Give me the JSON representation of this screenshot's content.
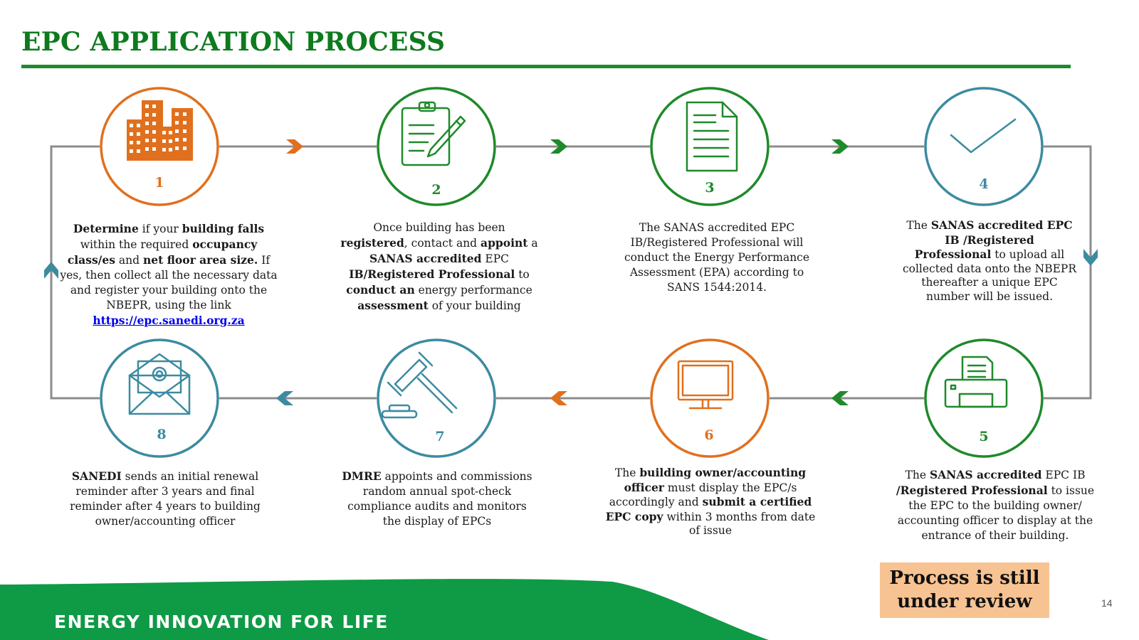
{
  "title": "EPC APPLICATION PROCESS",
  "colors": {
    "green": "#1e8a2a",
    "orange": "#e0701e",
    "teal": "#3c8ba0",
    "connector": "#8c8c8c",
    "footer_green": "#0f9a45",
    "review_box": "#f8c392"
  },
  "steps": [
    {
      "number": "1",
      "icon": "buildings-icon",
      "color": "orange",
      "lines": [
        [
          {
            "t": "Determine",
            "b": true
          },
          {
            "t": " if your "
          },
          {
            "t": "building falls",
            "b": true
          }
        ],
        [
          {
            "t": "within the required "
          },
          {
            "t": "occupancy",
            "b": true
          }
        ],
        [
          {
            "t": "class/es",
            "b": true
          },
          {
            "t": " and "
          },
          {
            "t": "net floor area size.",
            "b": true
          },
          {
            "t": " If"
          }
        ],
        [
          {
            "t": "yes, then collect all the necessary data"
          }
        ],
        [
          {
            "t": "and register your building onto the"
          }
        ],
        [
          {
            "t": "NBEPR, using the link"
          }
        ],
        [
          {
            "t": "https://epc.sanedi.org.za",
            "link": true
          }
        ]
      ]
    },
    {
      "number": "2",
      "icon": "clipboard-pencil-icon",
      "color": "green",
      "lines": [
        [
          {
            "t": "Once building has been"
          }
        ],
        [
          {
            "t": "registered",
            "b": true
          },
          {
            "t": ", contact and "
          },
          {
            "t": "appoint",
            "b": true
          },
          {
            "t": " a"
          }
        ],
        [
          {
            "t": "SANAS accredited",
            "b": true
          },
          {
            "t": " EPC"
          }
        ],
        [
          {
            "t": "IB/Registered Professional",
            "b": true
          },
          {
            "t": " to"
          }
        ],
        [
          {
            "t": "conduct an",
            "b": true
          },
          {
            "t": " energy  performance"
          }
        ],
        [
          {
            "t": "assessment",
            "b": true
          },
          {
            "t": " of your building"
          }
        ]
      ]
    },
    {
      "number": "3",
      "icon": "document-icon",
      "color": "green",
      "lines": [
        [
          {
            "t": "The SANAS accredited EPC"
          }
        ],
        [
          {
            "t": "IB/Registered Professional will"
          }
        ],
        [
          {
            "t": "conduct the Energy Performance"
          }
        ],
        [
          {
            "t": "Assessment (EPA)  according to"
          }
        ],
        [
          {
            "t": "SANS 1544:2014."
          }
        ]
      ]
    },
    {
      "number": "4",
      "icon": "checkmark-icon",
      "color": "teal",
      "lines": [
        [
          {
            "t": "The "
          },
          {
            "t": "SANAS accredited EPC",
            "b": true
          }
        ],
        [
          {
            "t": "IB /Registered",
            "b": true
          }
        ],
        [
          {
            "t": "Professional",
            "b": true
          },
          {
            "t": " to upload all"
          }
        ],
        [
          {
            "t": "collected data onto the NBEPR"
          }
        ],
        [
          {
            "t": "thereafter a unique EPC"
          }
        ],
        [
          {
            "t": "number will be issued."
          }
        ]
      ]
    },
    {
      "number": "5",
      "icon": "printer-icon",
      "color": "green",
      "lines": [
        [
          {
            "t": "The "
          },
          {
            "t": "SANAS accredited",
            "b": true
          },
          {
            "t": "  EPC IB"
          }
        ],
        [
          {
            "t": "/Registered Professional",
            "b": true
          },
          {
            "t": " to issue"
          }
        ],
        [
          {
            "t": "the EPC to the  building owner/"
          }
        ],
        [
          {
            "t": "accounting officer to display at the"
          }
        ],
        [
          {
            "t": "entrance of their building."
          }
        ]
      ]
    },
    {
      "number": "6",
      "icon": "monitor-icon",
      "color": "orange",
      "lines": [
        [
          {
            "t": "The "
          },
          {
            "t": "building owner/accounting",
            "b": true
          }
        ],
        [
          {
            "t": "officer",
            "b": true
          },
          {
            "t": " must display the EPC/s"
          }
        ],
        [
          {
            "t": "accordingly and "
          },
          {
            "t": "submit a certified",
            "b": true
          }
        ],
        [
          {
            "t": "EPC copy",
            "b": true
          },
          {
            "t": " within 3 months from  date"
          }
        ],
        [
          {
            "t": "of issue"
          }
        ]
      ]
    },
    {
      "number": "7",
      "icon": "gavel-icon",
      "color": "teal",
      "lines": [
        [
          {
            "t": "DMRE",
            "b": true
          },
          {
            "t": " appoints and commissions"
          }
        ],
        [
          {
            "t": "random annual spot-check"
          }
        ],
        [
          {
            "t": "compliance audits and monitors"
          }
        ],
        [
          {
            "t": "the display of  EPCs"
          }
        ]
      ]
    },
    {
      "number": "8",
      "icon": "email-envelope-icon",
      "color": "teal",
      "lines": [
        [
          {
            "t": "SANEDI",
            "b": true
          },
          {
            "t": " sends  an initial renewal"
          }
        ],
        [
          {
            "t": "reminder after 3 years and final"
          }
        ],
        [
          {
            "t": "reminder after 4 years to  building"
          }
        ],
        [
          {
            "t": "owner/accounting officer"
          }
        ]
      ]
    }
  ],
  "arrows": [
    {
      "from": "1",
      "to": "2",
      "color": "orange",
      "direction": "right"
    },
    {
      "from": "2",
      "to": "3",
      "color": "green",
      "direction": "right"
    },
    {
      "from": "3",
      "to": "4",
      "color": "green",
      "direction": "right"
    },
    {
      "from": "4",
      "to": "5",
      "color": "teal",
      "direction": "down"
    },
    {
      "from": "5",
      "to": "6",
      "color": "green",
      "direction": "left"
    },
    {
      "from": "6",
      "to": "7",
      "color": "orange",
      "direction": "left"
    },
    {
      "from": "7",
      "to": "8",
      "color": "teal",
      "direction": "left"
    },
    {
      "from": "8",
      "to": "1",
      "color": "teal",
      "direction": "up"
    }
  ],
  "review_note": {
    "line1": "Process is still",
    "line2": "under review"
  },
  "slide_number": "14",
  "footer_tagline": "ENERGY INNOVATION FOR LIFE"
}
